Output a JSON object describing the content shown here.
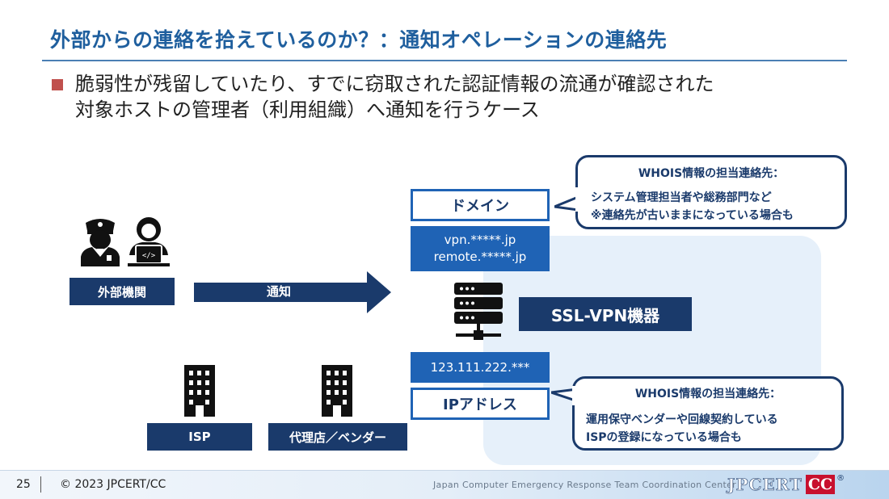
{
  "title": "外部からの連絡を拾えているのか？：通知オペレーションの連絡先",
  "bullet": {
    "line1": "脆弱性が残留していたり、すでに窃取された認証情報の流通が確認された",
    "line2": "対象ホストの管理者（利用組織）へ通知を行うケース"
  },
  "diagram": {
    "external_org_label": "外部機関",
    "notify_label": "通知",
    "domain_label": "ドメイン",
    "domain_values": [
      "vpn.*****.jp",
      "remote.*****.jp"
    ],
    "ssl_vpn_label": "SSL-VPN機器",
    "ip_value": "123.111.222.***",
    "ip_label": "IPアドレス",
    "isp_label": "ISP",
    "agency_label": "代理店／ベンダー",
    "callout_top": {
      "heading": "WHOIS情報の担当連絡先：",
      "line1": "システム管理担当者や総務部門など",
      "line2": "※連絡先が古いままになっている場合も"
    },
    "callout_bottom": {
      "heading": "WHOIS情報の担当連絡先：",
      "line1": "運用保守ベンダーや回線契約している",
      "line2": "ISPの登録になっている場合も"
    }
  },
  "footer": {
    "page_number": "25",
    "copyright": "© 2023  JPCERT/CC",
    "org_full": "Japan Computer Emergency Response Team  Coordination Center",
    "logo_text_1": "JPCERT",
    "logo_text_2": "CC",
    "registered": "®"
  },
  "colors": {
    "title": "#1f5f9e",
    "navy": "#1a3a6b",
    "blue": "#1f63b5",
    "bullet": "#c0504d",
    "panel": "#e6f0fa",
    "logo_red": "#c8102e"
  },
  "icons": [
    "police-officer-icon",
    "hacker-icon",
    "server-icon",
    "building-icon"
  ]
}
